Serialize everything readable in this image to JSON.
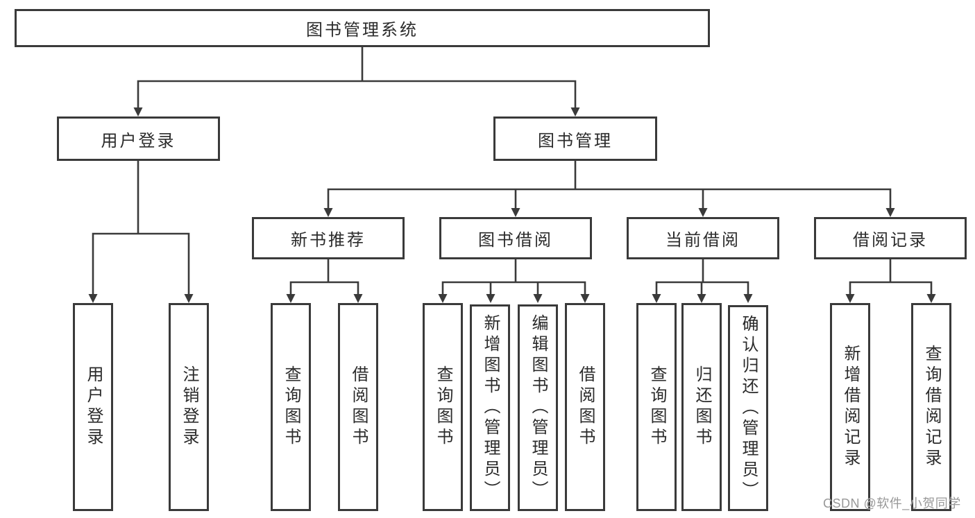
{
  "nodes": {
    "root": "图书管理系统",
    "user_login": "用户登录",
    "book_mgmt": "图书管理",
    "new_book_rec": "新书推荐",
    "book_borrow": "图书借阅",
    "current_borrow": "当前借阅",
    "borrow_record": "借阅记录",
    "leaf_user_login": "用户登录",
    "leaf_logout": "注销登录",
    "rec_query_book": "查询图书",
    "rec_borrow_book": "借阅图书",
    "bb_query_book": "查询图书",
    "bb_add_book": "新增图书（管理员）",
    "bb_edit_book": "编辑图书（管理员）",
    "bb_borrow_book": "借阅图书",
    "cb_query_book": "查询图书",
    "cb_return_book": "归还图书",
    "cb_confirm_return": "确认归还（管理员）",
    "br_add_record": "新增借阅记录",
    "br_query_record": "查询借阅记录"
  },
  "watermark": "CSDN @软件_小贺同学",
  "colors": {
    "line": "#3a3a3a",
    "box_border": "#3a3a3a",
    "text": "#2b2b2b",
    "watermark": "#989898",
    "background": "#ffffff"
  }
}
